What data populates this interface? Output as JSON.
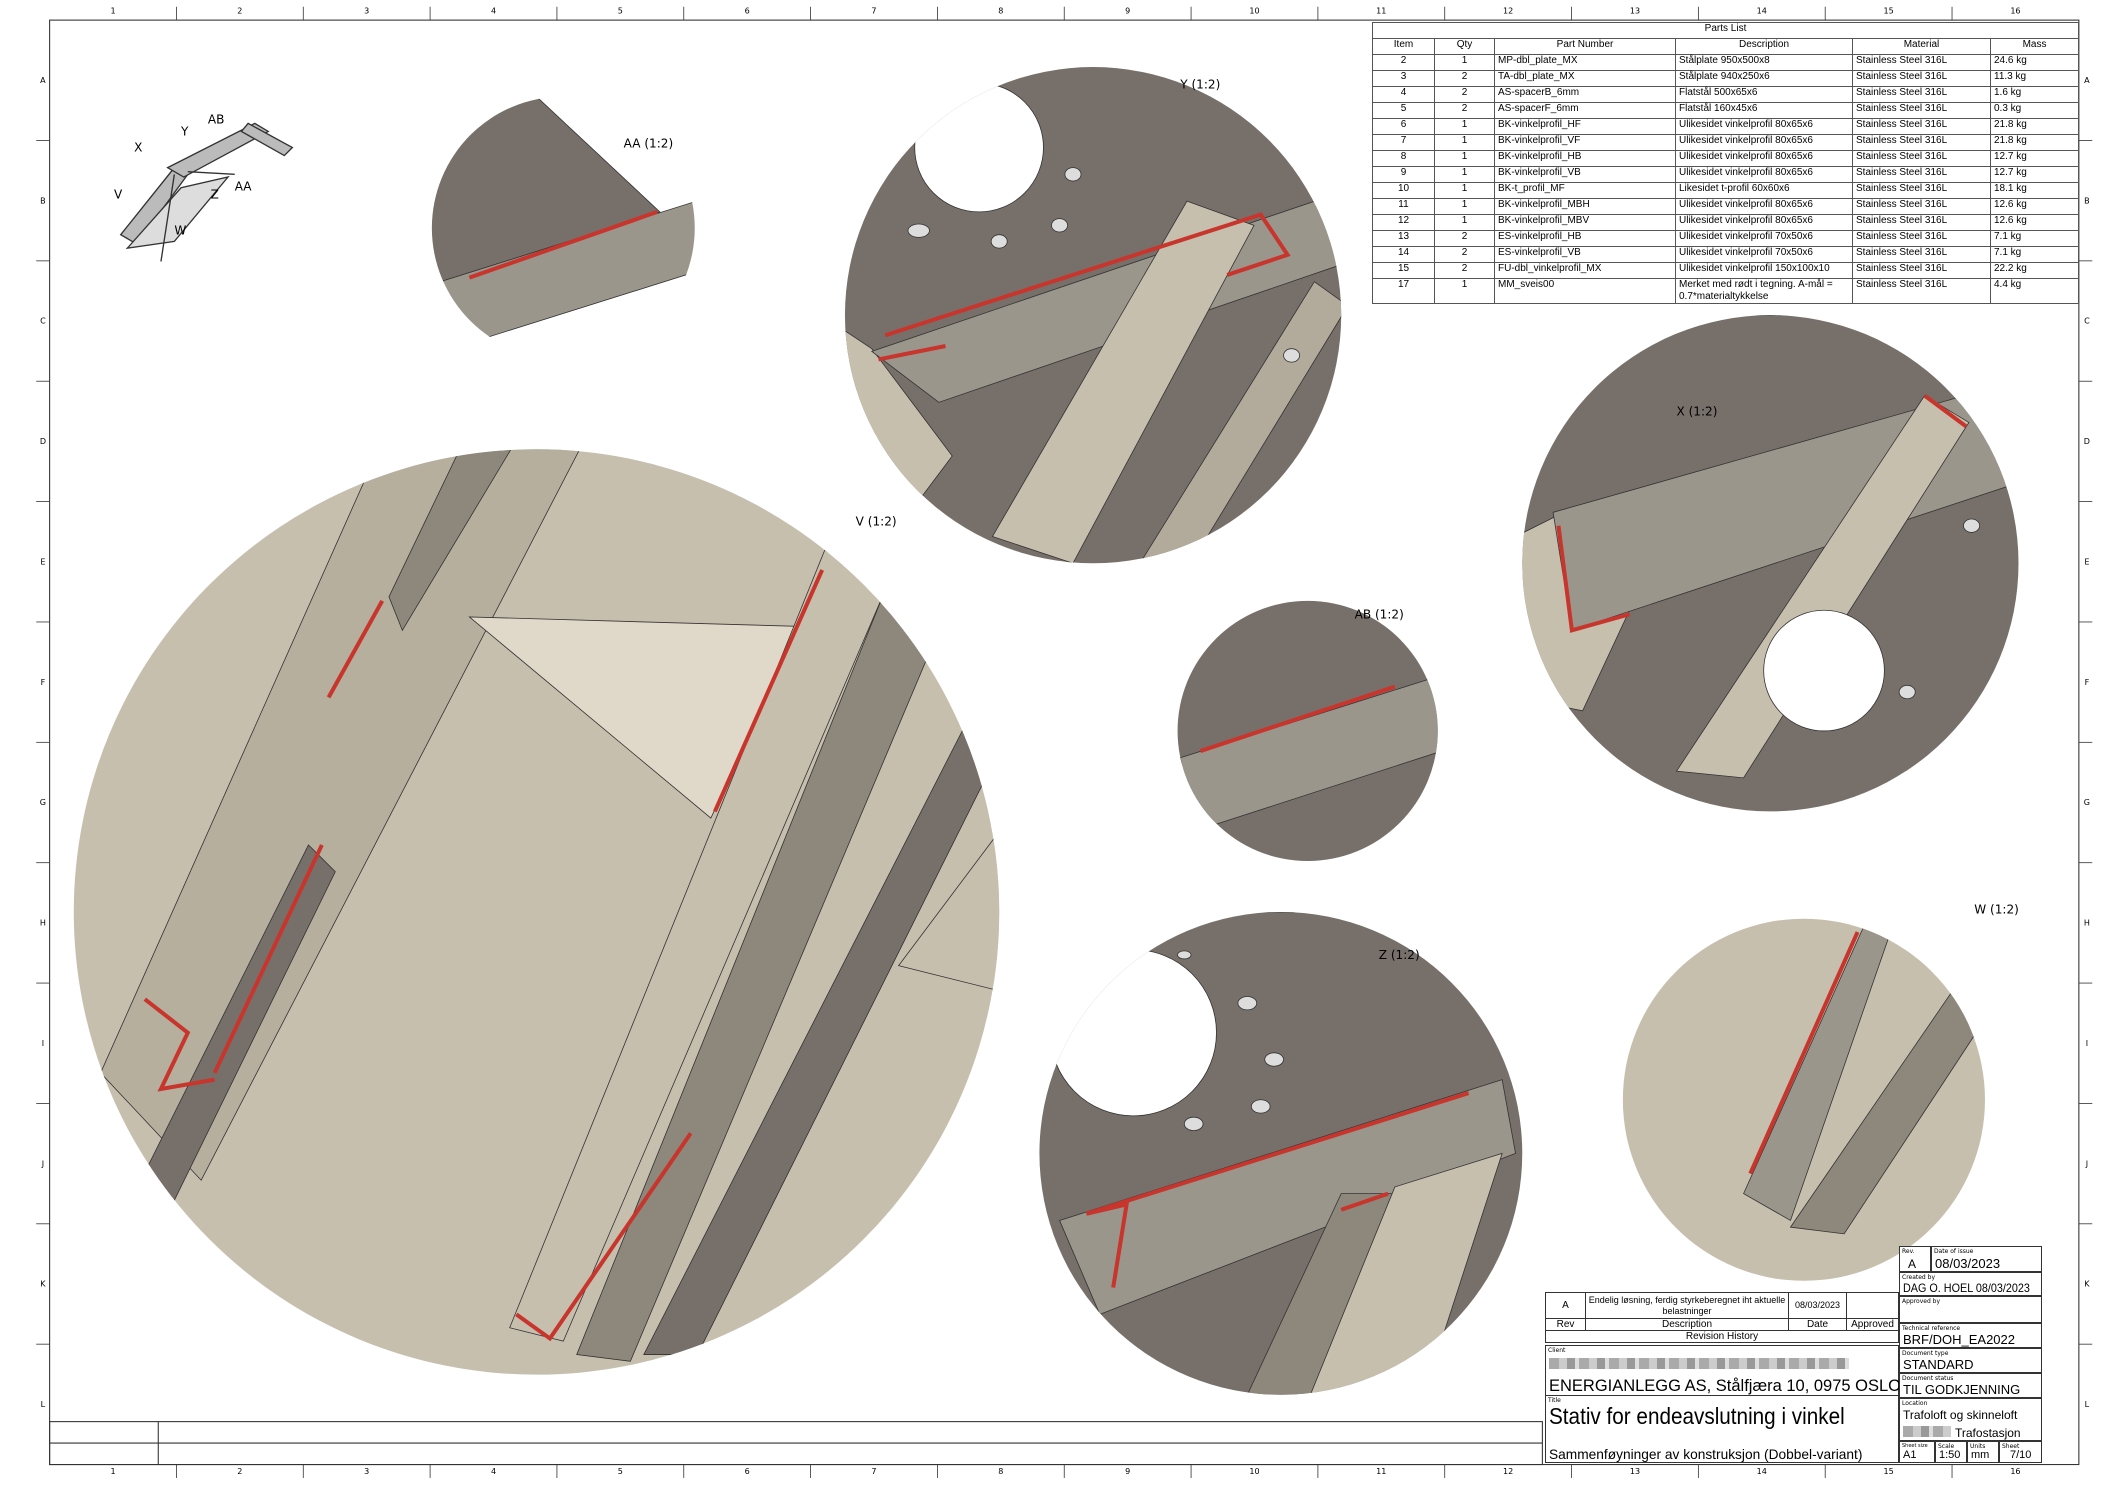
{
  "grid": {
    "columns": [
      "1",
      "2",
      "3",
      "4",
      "5",
      "6",
      "7",
      "8",
      "9",
      "10",
      "11",
      "12",
      "13",
      "14",
      "15",
      "16"
    ],
    "rows": [
      "A",
      "B",
      "C",
      "D",
      "E",
      "F",
      "G",
      "H",
      "I",
      "J",
      "K",
      "L"
    ]
  },
  "colors": {
    "plate_dark": "#77706a",
    "plate_light": "#c7bfae",
    "plate_mid": "#9b968c",
    "weld": "#c8352c"
  },
  "views": {
    "AA": "AA (1:2)",
    "Y": "Y (1:2)",
    "X": "X (1:2)",
    "V": "V (1:2)",
    "AB": "AB (1:2)",
    "Z": "Z (1:2)",
    "W": "W (1:2)"
  },
  "iso_labels": [
    "X",
    "Y",
    "AB",
    "V",
    "Z",
    "W",
    "AA"
  ],
  "parts_list": {
    "title": "Parts List",
    "headers": [
      "Item",
      "Qty",
      "Part Number",
      "Description",
      "Material",
      "Mass"
    ],
    "rows": [
      [
        "2",
        "1",
        "MP-dbl_plate_MX",
        "Stålplate 950x500x8",
        "Stainless Steel 316L",
        "24.6 kg"
      ],
      [
        "3",
        "2",
        "TA-dbl_plate_MX",
        "Stålplate 940x250x6",
        "Stainless Steel 316L",
        "11.3 kg"
      ],
      [
        "4",
        "2",
        "AS-spacerB_6mm",
        "Flatstål 500x65x6",
        "Stainless Steel 316L",
        "1.6 kg"
      ],
      [
        "5",
        "2",
        "AS-spacerF_6mm",
        "Flatstål 160x45x6",
        "Stainless Steel 316L",
        "0.3 kg"
      ],
      [
        "6",
        "1",
        "BK-vinkelprofil_HF",
        "Ulikesidet vinkelprofil 80x65x6",
        "Stainless Steel 316L",
        "21.8 kg"
      ],
      [
        "7",
        "1",
        "BK-vinkelprofil_VF",
        "Ulikesidet vinkelprofil 80x65x6",
        "Stainless Steel 316L",
        "21.8 kg"
      ],
      [
        "8",
        "1",
        "BK-vinkelprofil_HB",
        "Ulikesidet vinkelprofil 80x65x6",
        "Stainless Steel 316L",
        "12.7 kg"
      ],
      [
        "9",
        "1",
        "BK-vinkelprofil_VB",
        "Ulikesidet vinkelprofil 80x65x6",
        "Stainless Steel 316L",
        "12.7 kg"
      ],
      [
        "10",
        "1",
        "BK-t_profil_MF",
        "Likesidet t-profil 60x60x6",
        "Stainless Steel 316L",
        "18.1 kg"
      ],
      [
        "11",
        "1",
        "BK-vinkelprofil_MBH",
        "Ulikesidet vinkelprofil 80x65x6",
        "Stainless Steel 316L",
        "12.6 kg"
      ],
      [
        "12",
        "1",
        "BK-vinkelprofil_MBV",
        "Ulikesidet vinkelprofil 80x65x6",
        "Stainless Steel 316L",
        "12.6 kg"
      ],
      [
        "13",
        "2",
        "ES-vinkelprofil_HB",
        "Ulikesidet vinkelprofil 70x50x6",
        "Stainless Steel 316L",
        "7.1 kg"
      ],
      [
        "14",
        "2",
        "ES-vinkelprofil_VB",
        "Ulikesidet vinkelprofil 70x50x6",
        "Stainless Steel 316L",
        "7.1 kg"
      ],
      [
        "15",
        "2",
        "FU-dbl_vinkelprofil_MX",
        "Ulikesidet vinkelprofil 150x100x10",
        "Stainless Steel 316L",
        "22.2 kg"
      ],
      [
        "17",
        "1",
        "MM_sveis00",
        "Merket med rødt i tegning. A-mål = 0.7*materialtykkelse",
        "Stainless Steel 316L",
        "4.4 kg"
      ]
    ]
  },
  "revision": {
    "rev": "A",
    "description": "Endelig løsning, ferdig styrkeberegnet iht aktuelle belastninger",
    "date": "08/03/2023",
    "approved": "",
    "headers": {
      "rev": "Rev",
      "description": "Description",
      "date": "Date",
      "approved": "Approved"
    },
    "title": "Revision History"
  },
  "title_block": {
    "client_label": "Client",
    "client": "ENERGIANLEGG AS, Stålfjæra 10, 0975 OSLO",
    "title_label": "Title",
    "title": "Stativ for endeavslutning i vinkel",
    "subtitle": "Sammenføyninger av konstruksjon (Dobbel-variant)",
    "rev_label": "Rev.",
    "rev": "A",
    "date_label": "Date of issue",
    "date": "08/03/2023",
    "created_label": "Created by",
    "created": "DAG O. HOEL  08/03/2023",
    "approved_label": "Approved by",
    "approved": "",
    "techref_label": "Technical reference",
    "techref": "BRF/DOH_EA2022",
    "doctype_label": "Document type",
    "doctype": "STANDARD",
    "status_label": "Document status",
    "status": "TIL GODKJENNING",
    "location_label": "Location",
    "location1": "Trafoloft og skinneloft",
    "location2": "Trafostasjon",
    "sheetsize_label": "Sheet size",
    "sheetsize": "A1",
    "scale_label": "Scale",
    "scale": "1:50",
    "units_label": "Units",
    "units": "mm",
    "sheet_label": "Sheet",
    "sheet": "7/10"
  }
}
